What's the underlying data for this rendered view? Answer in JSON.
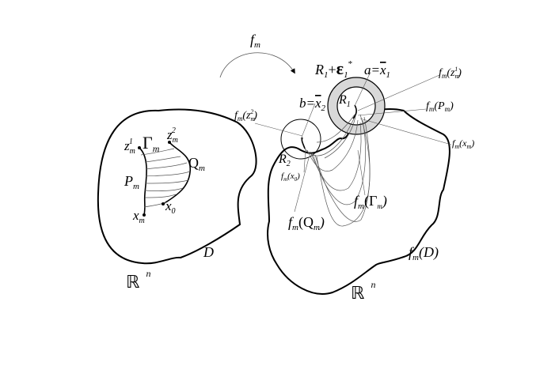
{
  "labels": {
    "fm_top": "f",
    "fm_top_sub": "m",
    "R1_eps": "R",
    "R1_eps_sub": "1",
    "R1_eps_plus": "+",
    "R1_eps_eps": "ε",
    "R1_eps_eps_sub": "1",
    "R1_eps_eps_sup": "*",
    "a_eq": "a=",
    "a_x": "x",
    "a_x_sub": "1",
    "b_eq": "b=",
    "b_x": "x",
    "b_x_sub": "2",
    "R1": "R",
    "R1_sub": "1",
    "R2": "R",
    "R2_sub": "2",
    "fm_z1": "f",
    "fm_z1_sub": "m",
    "fm_z1_arg": "(z",
    "fm_z1_arg_sub": "m",
    "fm_z1_arg_sup": "1",
    "fm_z1_close": ")",
    "fm_z2": "f",
    "fm_z2_sub": "m",
    "fm_z2_arg": "(z",
    "fm_z2_arg_sub": "m",
    "fm_z2_arg_sup": "2",
    "fm_z2_close": ")",
    "fm_Pm": "f",
    "fm_Pm_sub": "m",
    "fm_Pm_arg": "(P",
    "fm_Pm_arg_sub": "m",
    "fm_Pm_close": ")",
    "fm_xm": "f",
    "fm_xm_sub": "m",
    "fm_xm_arg": "(x",
    "fm_xm_arg_sub": "m",
    "fm_xm_close": ")",
    "fm_x0": "f",
    "fm_x0_sub": "m",
    "fm_x0_arg": "(x",
    "fm_x0_arg_sub": "0",
    "fm_x0_close": ")",
    "fm_Gamma": "f",
    "fm_Gamma_sub": "m",
    "fm_Gamma_arg": "(Γ",
    "fm_Gamma_arg_sub": "m",
    "fm_Gamma_close": ")",
    "fm_Q": "f",
    "fm_Q_sub": "m",
    "fm_Q_arg": "(Q",
    "fm_Q_arg_sub": "m",
    "fm_Q_close": ")",
    "fm_D": "f",
    "fm_D_sub": "m",
    "fm_D_arg": "(D)",
    "Rn_right": "ℝ",
    "Rn_right_sup": "n",
    "Rn_left": "ℝ",
    "Rn_left_sup": "n",
    "D": "D",
    "z1": "z",
    "z1_sub": "m",
    "z1_sup": "1",
    "z2": "z",
    "z2_sub": "m",
    "z2_sup": "2",
    "Gamma": "Γ",
    "Gamma_sub": "m",
    "Q": "Q",
    "Q_sub": "m",
    "P": "P",
    "P_sub": "m",
    "x0": "x",
    "x0_sub": "0",
    "xm": "x",
    "xm_sub": "m"
  }
}
